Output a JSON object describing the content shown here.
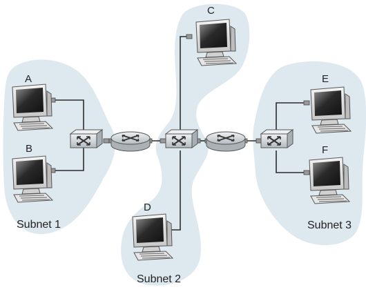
{
  "hosts": [
    {
      "id": "A",
      "label": "A"
    },
    {
      "id": "B",
      "label": "B"
    },
    {
      "id": "C",
      "label": "C"
    },
    {
      "id": "D",
      "label": "D"
    },
    {
      "id": "E",
      "label": "E"
    },
    {
      "id": "F",
      "label": "F"
    }
  ],
  "subnets": [
    {
      "id": "subnet-1",
      "label": "Subnet 1"
    },
    {
      "id": "subnet-2",
      "label": "Subnet 2"
    },
    {
      "id": "subnet-3",
      "label": "Subnet 3"
    }
  ],
  "devices": {
    "switches": [
      "switch-subnet-1",
      "switch-subnet-2",
      "switch-subnet-3"
    ],
    "routers": [
      "router-left",
      "router-right"
    ]
  },
  "colors": {
    "cloud": "#dde8ef",
    "cable": "#2b2b2b",
    "screen": "#1c1c1c",
    "device": "#c9ced2"
  }
}
